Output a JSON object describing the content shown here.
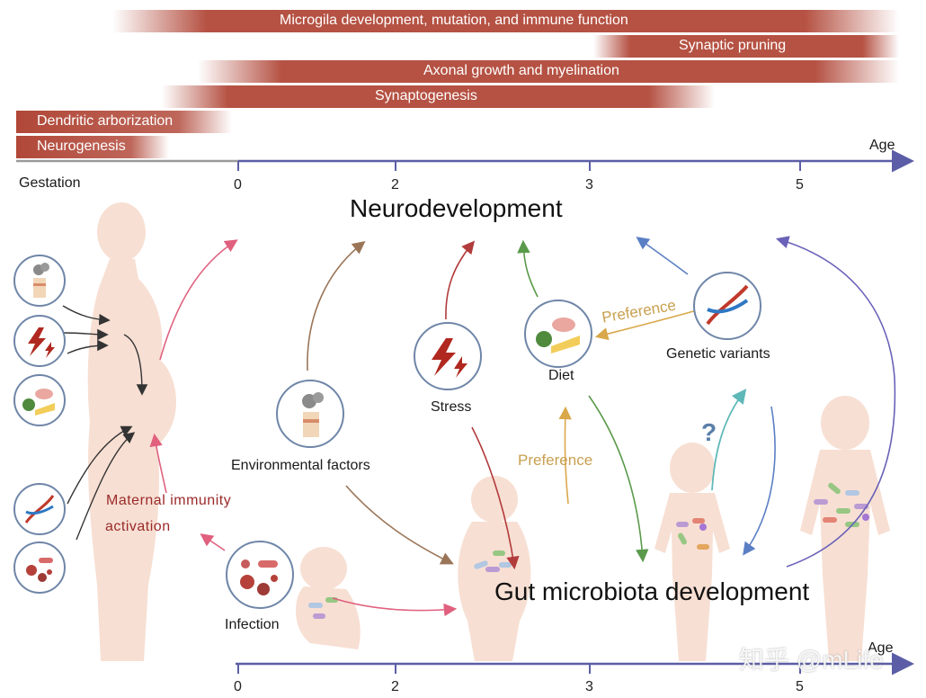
{
  "timeline_bars": [
    {
      "label": "Microgila development, mutation, and immune function"
    },
    {
      "label": "Synaptic pruning"
    },
    {
      "label": "Axonal growth and myelination"
    },
    {
      "label": "Synaptogenesis"
    },
    {
      "label": "Dendritic arborization"
    },
    {
      "label": "Neurogenesis"
    }
  ],
  "top_axis": {
    "start_label": "Gestation",
    "end_label": "Age",
    "ticks": [
      "0",
      "2",
      "3",
      "5"
    ]
  },
  "bottom_axis": {
    "end_label": "Age",
    "ticks": [
      "0",
      "2",
      "3",
      "5"
    ]
  },
  "titles": {
    "neuro": "Neurodevelopment",
    "gut": "Gut microbiota development"
  },
  "nodes": {
    "environmental": "Environmental factors",
    "stress": "Stress",
    "diet": "Diet",
    "genetic": "Genetic variants",
    "infection": "Infection",
    "maternal_line1": "Maternal immunity",
    "maternal_line2": "activation",
    "preference_top": "Preference",
    "preference_mid": "Preference",
    "question": "?"
  },
  "watermark": "知乎 @mLife",
  "colors": {
    "bar_dark": "#a83322",
    "axis": "#5b5ea6",
    "maternal_text": "#9b2a2a",
    "preference": "#c8a050",
    "circle_border": "#6f86a8",
    "figure_skin": "#f7dfd3"
  }
}
